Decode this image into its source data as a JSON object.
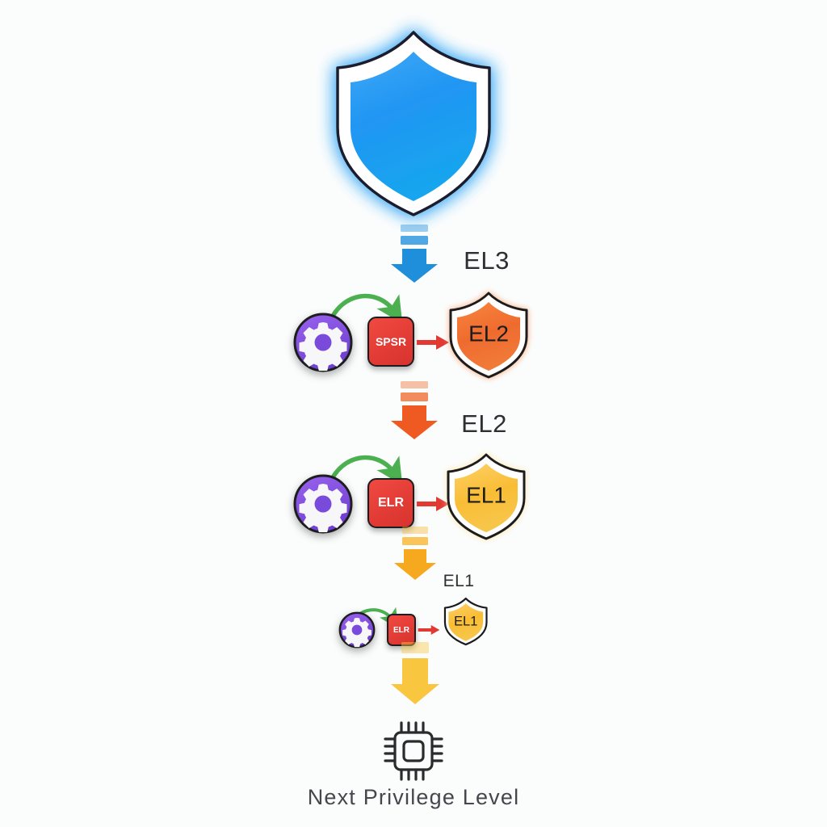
{
  "diagram": {
    "title_caption": "Next Privilege Level",
    "background_color": "#fbfdfd",
    "top_icon": "shield-icon",
    "bottom_icon": "cpu-chip-icon"
  },
  "colors": {
    "el3_accent": "#1f8fdc",
    "el2_accent": "#ef6b2e",
    "el1_accent": "#f8b52a",
    "register_box": "#e33c36",
    "gear_circle": "#7e4ddb",
    "curve_arrow": "#4caf50",
    "label_text": "#2e2e33"
  },
  "levels": [
    {
      "source_label": "EL3",
      "register": "SPSR",
      "target_shield_label": "EL2",
      "shield_color": "#ef6b2e",
      "arrow_color": "#1f8fdc",
      "gear_icon": "gear-icon",
      "curve_icon": "curved-arrow-icon",
      "straight_icon": "arrow-right-icon"
    },
    {
      "source_label": "EL2",
      "register": "ELR",
      "target_shield_label": "EL1",
      "shield_color": "#f8b52a",
      "arrow_color": "#ef6b2e",
      "gear_icon": "gear-icon",
      "curve_icon": "curved-arrow-icon",
      "straight_icon": "arrow-right-icon"
    },
    {
      "source_label": "EL1",
      "register": "ELR",
      "target_shield_label": "EL1",
      "shield_color": "#f8b52a",
      "arrow_color": "#f8b52a",
      "gear_icon": "gear-icon",
      "curve_icon": "curved-arrow-icon",
      "straight_icon": "arrow-right-icon"
    }
  ],
  "flow_arrows": [
    {
      "name": "down-arrow-el3",
      "color": "#1f8fdc",
      "segments": 2
    },
    {
      "name": "down-arrow-el2",
      "color": "#ef6b2e",
      "segments": 2
    },
    {
      "name": "down-arrow-el1",
      "color": "#f8b52a",
      "segments": 2
    },
    {
      "name": "down-arrow-final",
      "color": "#f8c84a",
      "segments": 1
    }
  ]
}
